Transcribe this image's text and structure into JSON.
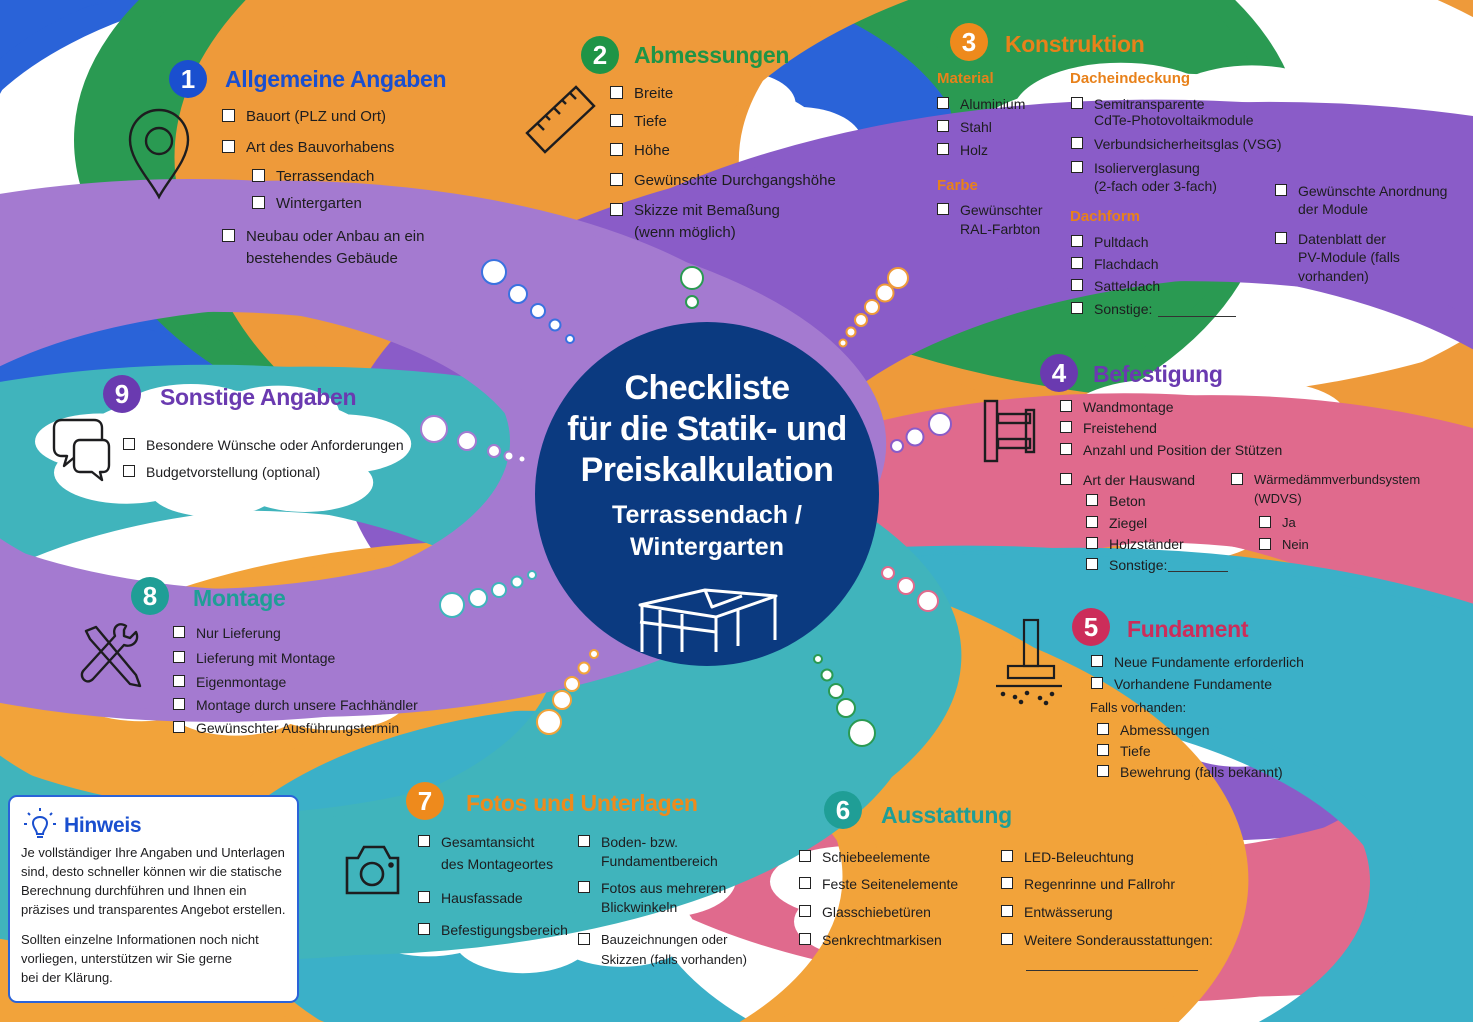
{
  "colors": {
    "navy": "#0b3a80",
    "allgemeine": "#1a4fcf",
    "abmessungen": "#1f9446",
    "konstruktion": "#e8811a",
    "befestigung": "#6a3ab0",
    "fundament": "#cc2d5a",
    "ausstattung": "#1f9e96",
    "fotos": "#ee8a1c",
    "montage": "#1f9e96",
    "sonstige": "#6a3ab0",
    "hinweis": "#1a4fcf"
  },
  "center": {
    "title": [
      "Checkliste",
      "für die Statik- und",
      "Preiskalkulation"
    ],
    "subtitle": [
      "Terrassendach /",
      "Wintergarten"
    ],
    "icon": "pergola-icon"
  },
  "sections": {
    "allgemeine": {
      "number": "1",
      "title": "Allgemeine Angaben",
      "icon": "location-pin-icon",
      "items": [
        "Bauort (PLZ und Ort)",
        "Art des Bauvorhabens",
        "Terrassendach",
        "Wintergarten",
        "Neubau oder Anbau an ein",
        "bestehendes Gebäude"
      ]
    },
    "abmessungen": {
      "number": "2",
      "title": "Abmessungen",
      "icon": "ruler-icon",
      "items": [
        "Breite",
        "Tiefe",
        "Höhe",
        "Gewünschte Durchgangshöhe",
        "Skizze mit Bemaßung",
        "(wenn möglich)"
      ]
    },
    "konstruktion": {
      "number": "3",
      "title": "Konstruktion",
      "material": {
        "label": "Material",
        "items": [
          "Aluminium",
          "Stahl",
          "Holz"
        ]
      },
      "farbe": {
        "label": "Farbe",
        "items": [
          "Gewünschter",
          "RAL-Farbton"
        ]
      },
      "dacheindeckung": {
        "label": "Dacheindeckung",
        "items": [
          "Semitransparente",
          "CdTe-Photovoltaikmodule",
          "Verbundsicherheitsglas (VSG)",
          "Isolierverglasung",
          "(2-fach oder 3-fach)"
        ]
      },
      "dachform": {
        "label": "Dachform",
        "items": [
          "Pultdach",
          "Flachdach",
          "Satteldach",
          "Sonstige:"
        ]
      },
      "pv": [
        "Gewünschte Anordnung",
        "der Module",
        "Datenblatt der",
        "PV-Module (falls",
        "vorhanden)"
      ]
    },
    "befestigung": {
      "number": "4",
      "title": "Befestigung",
      "icon": "wall-mount-icon",
      "items": [
        "Wandmontage",
        "Freistehend",
        "Anzahl und Position der Stützen",
        "Art der Hauswand",
        "Beton",
        "Ziegel",
        "Holzständer",
        "Sonstige:"
      ],
      "wdvs": [
        "Wärmedämmverbundsystem",
        "(WDVS)",
        "Ja",
        "Nein"
      ]
    },
    "fundament": {
      "number": "5",
      "title": "Fundament",
      "icon": "foundation-icon",
      "items": [
        "Neue Fundamente erforderlich",
        "Vorhandene Fundamente"
      ],
      "falls": "Falls vorhanden:",
      "sub": [
        "Abmessungen",
        "Tiefe",
        "Bewehrung (falls bekannt)"
      ]
    },
    "ausstattung": {
      "number": "6",
      "title": "Ausstattung",
      "left": [
        "Schiebeelemente",
        "Feste Seitenelemente",
        "Glasschiebetüren",
        "Senkrechtmarkisen"
      ],
      "right": [
        "LED-Beleuchtung",
        "Regenrinne und Fallrohr",
        "Entwässerung",
        "Weitere Sonderausstattungen:"
      ]
    },
    "fotos": {
      "number": "7",
      "title": "Fotos und Unterlagen",
      "icon": "camera-icon",
      "left": [
        "Gesamtansicht",
        "des Montageortes",
        "Hausfassade",
        "Befestigungsbereich"
      ],
      "right": [
        "Boden- bzw.",
        "Fundamentbereich",
        "Fotos aus mehreren",
        "Blickwinkeln",
        "Bauzeichnungen oder",
        "Skizzen (falls vorhanden)"
      ]
    },
    "montage": {
      "number": "8",
      "title": "Montage",
      "icon": "tools-icon",
      "items": [
        "Nur Lieferung",
        "Lieferung mit Montage",
        "Eigenmontage",
        "Montage durch unsere Fachhändler",
        "Gewünschter Ausführungstermin"
      ]
    },
    "sonstige": {
      "number": "9",
      "title": "Sonstige Angaben",
      "icon": "chat-bubbles-icon",
      "items": [
        "Besondere Wünsche oder Anforderungen",
        "Budgetvorstellung (optional)"
      ]
    }
  },
  "hinweis": {
    "title": "Hinweis",
    "icon": "lightbulb-icon",
    "p1": [
      "Je vollständiger Ihre Angaben und Unterlagen",
      "sind, desto schneller können wir die statische",
      "Berechnung durchführen und Ihnen ein",
      "präzises und transparentes Angebot erstellen."
    ],
    "p2": [
      "Sollten einzelne Informationen noch nicht",
      "vorliegen, unterstützen wir Sie gerne",
      "bei der Klärung."
    ]
  }
}
